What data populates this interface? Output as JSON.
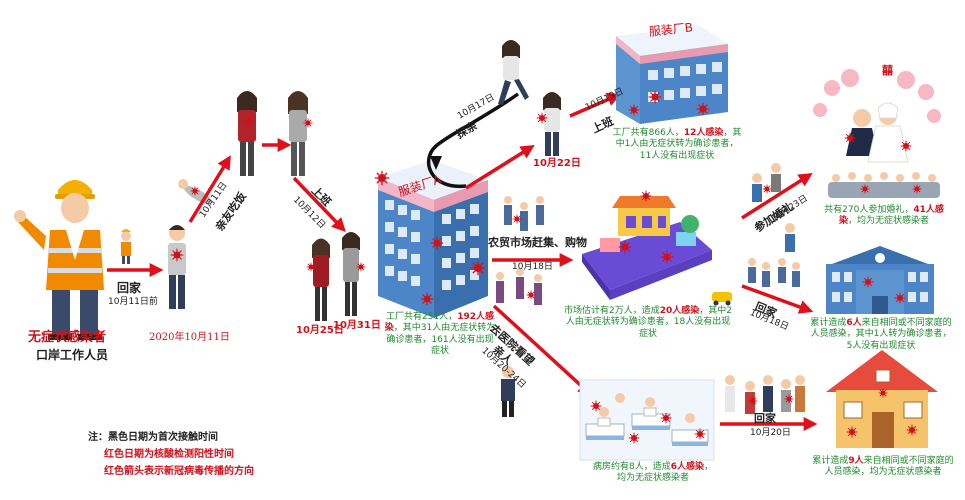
{
  "colors": {
    "arrow": "#e0101a",
    "contact": "#111111",
    "text_red": "#d0121b",
    "text_green": "#1f8a2c",
    "building_blue": "#4d86c8",
    "building_pink": "#f2b6c8"
  },
  "patient_zero": {
    "title": "无症状感染者",
    "subtitle": "口岸工作人员"
  },
  "steps": {
    "go_home": {
      "label": "回家",
      "date": "10月11日前"
    },
    "positive_date": "2020年10月11日",
    "visit_friends": {
      "label": "亲友吃饭",
      "date": "10月11日"
    },
    "go_work": {
      "label": "上班",
      "date": "10月12日"
    },
    "date_oct25": "10月25日",
    "date_oct31": "10月31日"
  },
  "factory_a": {
    "name": "服装厂A",
    "desc_p1": "工厂共有251人，",
    "desc_h1": "192人感染",
    "desc_p2": "，其中31人由无症状转为确诊患者，161人没有出现症状"
  },
  "visit_relatives": {
    "label": "探亲",
    "date": "10月17日"
  },
  "factory_b": {
    "name": "服装厂B",
    "date_oct22": "10月22日",
    "work_label": "上班",
    "work_date": "10月19日",
    "desc_p1": "工厂共有866人，",
    "desc_h1": "12人感染",
    "desc_p2": "，其中1人由无症状转为确诊患者，11人没有出现症状"
  },
  "market": {
    "label": "农贸市场赶集、购物",
    "date": "10月18日",
    "desc_p1": "市场估计有2万人，造成",
    "desc_h1": "20人感染",
    "desc_p2": "，其中2人由无症状转为确诊患者，18人没有出现症状"
  },
  "wedding": {
    "label": "参加婚礼",
    "date": "10月23日",
    "desc_p1": "共有270人参加婚礼，",
    "desc_h1": "41人感染",
    "desc_p2": "，均为无症状感染者",
    "sign": "囍"
  },
  "school": {
    "label": "回家",
    "date": "10月18日",
    "desc_p1": "累计造成",
    "desc_h1": "6人",
    "desc_p2": "来自相同或不同家庭的人员感染，其中1人转为确诊患者，5人没有出现症状"
  },
  "hospital": {
    "label": "去医院看望亲人",
    "date": "10月20-24日",
    "desc_p1": "病房约有8人，造成",
    "desc_h1": "6人感染",
    "desc_p2": "，均为无症状感染者"
  },
  "home": {
    "label": "回家",
    "date": "10月20日",
    "desc_p1": "累计造成",
    "desc_h1": "9人",
    "desc_p2": "来自相同或不同家庭的人员感染，均为无症状感染者"
  },
  "legend": {
    "title": "注：",
    "line1": "黑色日期为首次接触时间",
    "line2": "红色日期为核酸检测阳性时间",
    "line3": "红色箭头表示新冠病毒传播的方向"
  }
}
